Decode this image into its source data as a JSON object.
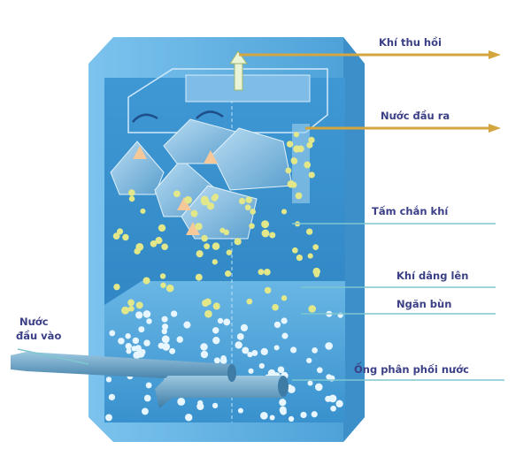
{
  "labels": {
    "gas_out": "Khí thu hồi",
    "water_out": "Nước đầu ra",
    "gas_baffle": "Tấm chắn khí",
    "rising_gas": "Khí dâng lên",
    "sludge_zone": "Ngăn bùn",
    "distribution_pipe": "Ống phân phối nước",
    "water_in_line1": "Nước",
    "water_in_line2": "đầu vào"
  },
  "colors": {
    "label_text": "#3b3f86",
    "output_arrow": "#d4a640",
    "leader_line": "#7fc6cf",
    "tank_outer": "#5aa8dc",
    "tank_inner": "#2f86c4",
    "gas_bubble": "#e2e88a",
    "water_bubble": "#e8f6ff"
  }
}
